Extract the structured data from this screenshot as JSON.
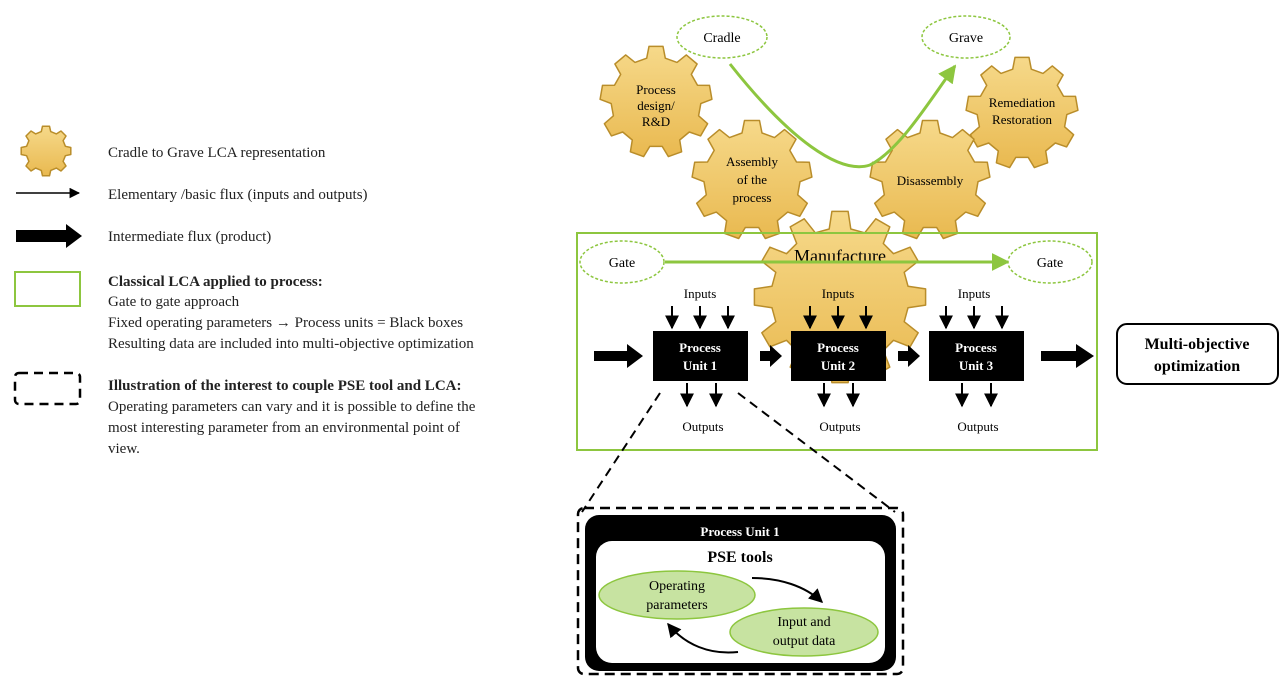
{
  "legend": {
    "gear_text": "Cradle to Grave LCA representation",
    "thin_arrow_text": "Elementary /basic flux (inputs and outputs)",
    "thick_arrow_text": "Intermediate flux (product)",
    "green_box": {
      "title": "Classical LCA applied to process:",
      "lines": [
        "Gate to gate approach",
        "Fixed operating parameters → Process units = Black boxes",
        "Resulting data are included into multi-objective optimization"
      ]
    },
    "dashed_box": {
      "title": "Illustration of the interest to couple PSE tool and LCA:",
      "lines": [
        "Operating parameters can vary and it is possible to define the",
        "most interesting parameter from an environmental point of",
        "view."
      ]
    }
  },
  "lifecycle": {
    "cradle": "Cradle",
    "grave": "Grave",
    "gate_left": "Gate",
    "gate_right": "Gate",
    "gears": {
      "process_design": [
        "Process",
        "design/",
        "R&D"
      ],
      "remediation": [
        "Remediation",
        "Restoration"
      ],
      "assembly": [
        "Assembly",
        "of the",
        "process"
      ],
      "disassembly": [
        "Disassembly"
      ],
      "manufacture": [
        "Manufacture"
      ]
    }
  },
  "process": {
    "inputs_label": "Inputs",
    "outputs_label": "Outputs",
    "units": [
      [
        "Process",
        "Unit 1"
      ],
      [
        "Process",
        "Unit 2"
      ],
      [
        "Process",
        "Unit 3"
      ]
    ],
    "moo": [
      "Multi-objective",
      "optimization"
    ]
  },
  "zoom": {
    "title": "Process Unit 1",
    "subtitle": "PSE tools",
    "operating": [
      "Operating",
      "parameters"
    ],
    "io_data": [
      "Input and",
      "output data"
    ]
  },
  "colors": {
    "gear_fill": "#f1c96a",
    "gear_stroke": "#b98d2a",
    "lca_green": "#8dc63f",
    "ellipse_fill": "#c7e3a1",
    "unit_fill": "#000000"
  }
}
